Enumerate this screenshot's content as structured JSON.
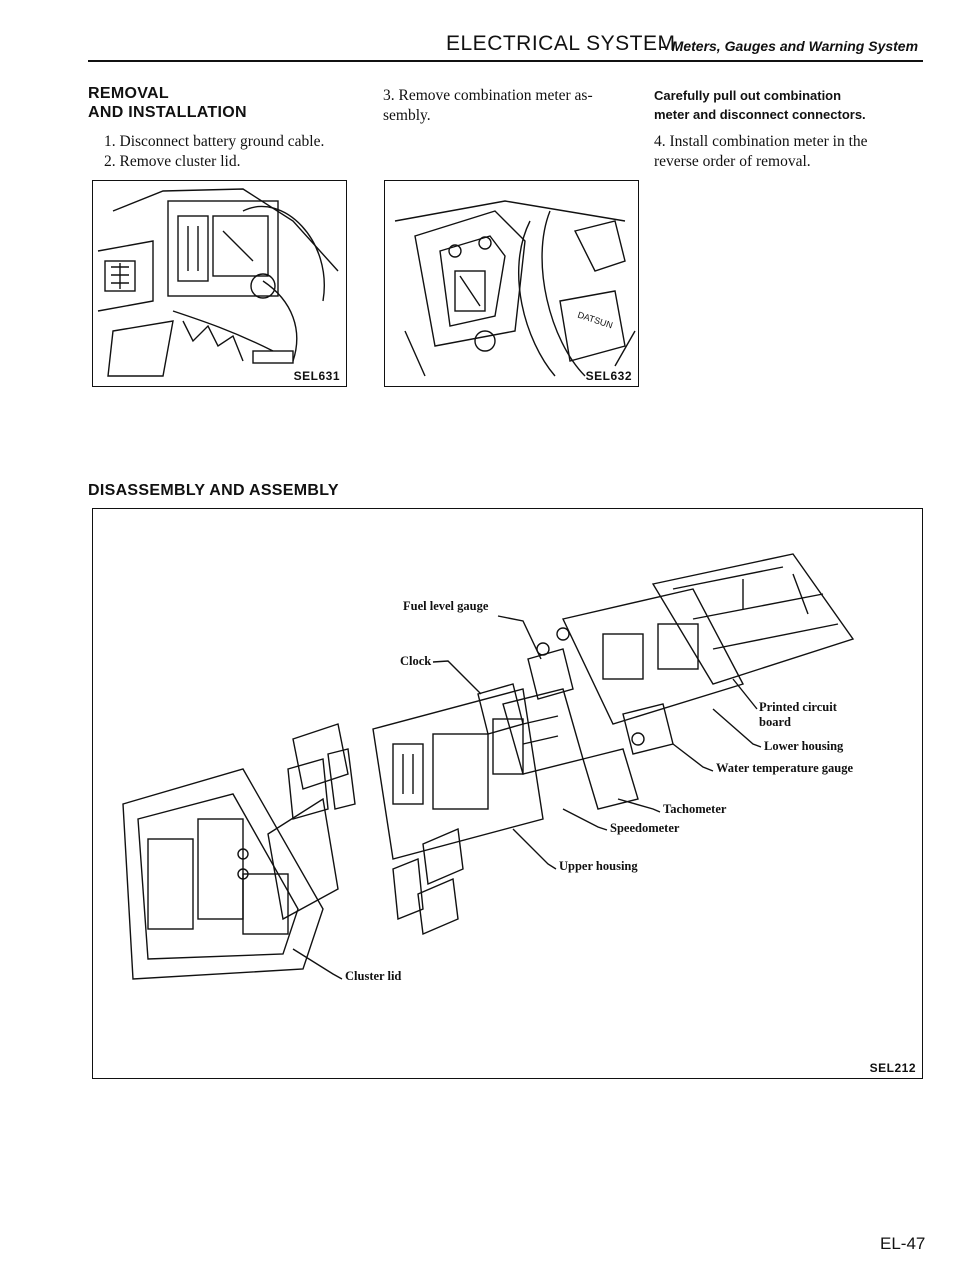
{
  "header": {
    "title": "ELECTRICAL SYSTEM",
    "subtitle": "– Meters, Gauges and Warning System"
  },
  "removal": {
    "heading_line1": "REMOVAL",
    "heading_line2": "AND INSTALLATION",
    "steps": [
      "1. Disconnect battery ground cable.",
      "2. Remove cluster lid."
    ],
    "step3_line1": "3. Remove combination meter as-",
    "step3_line2": "sembly.",
    "note_line1": "Carefully pull out combination",
    "note_line2": "meter and disconnect connectors.",
    "step4_line1": "4. Install combination meter in the",
    "step4_line2": "reverse order of removal."
  },
  "figures": {
    "fig1_code": "SEL631",
    "fig2_code": "SEL632",
    "fig3_code": "SEL212",
    "fig2_badge": "DATSUN"
  },
  "disassembly": {
    "heading": "DISASSEMBLY AND ASSEMBLY",
    "labels": {
      "fuel_level_gauge": "Fuel level gauge",
      "clock": "Clock",
      "printed_circuit_board_line1": "Printed circuit",
      "printed_circuit_board_line2": "board",
      "lower_housing": "Lower housing",
      "water_temperature_gauge": "Water temperature gauge",
      "tachometer": "Tachometer",
      "speedometer": "Speedometer",
      "upper_housing": "Upper housing",
      "cluster_lid": "Cluster lid"
    }
  },
  "footer": {
    "page_number": "EL-47"
  }
}
